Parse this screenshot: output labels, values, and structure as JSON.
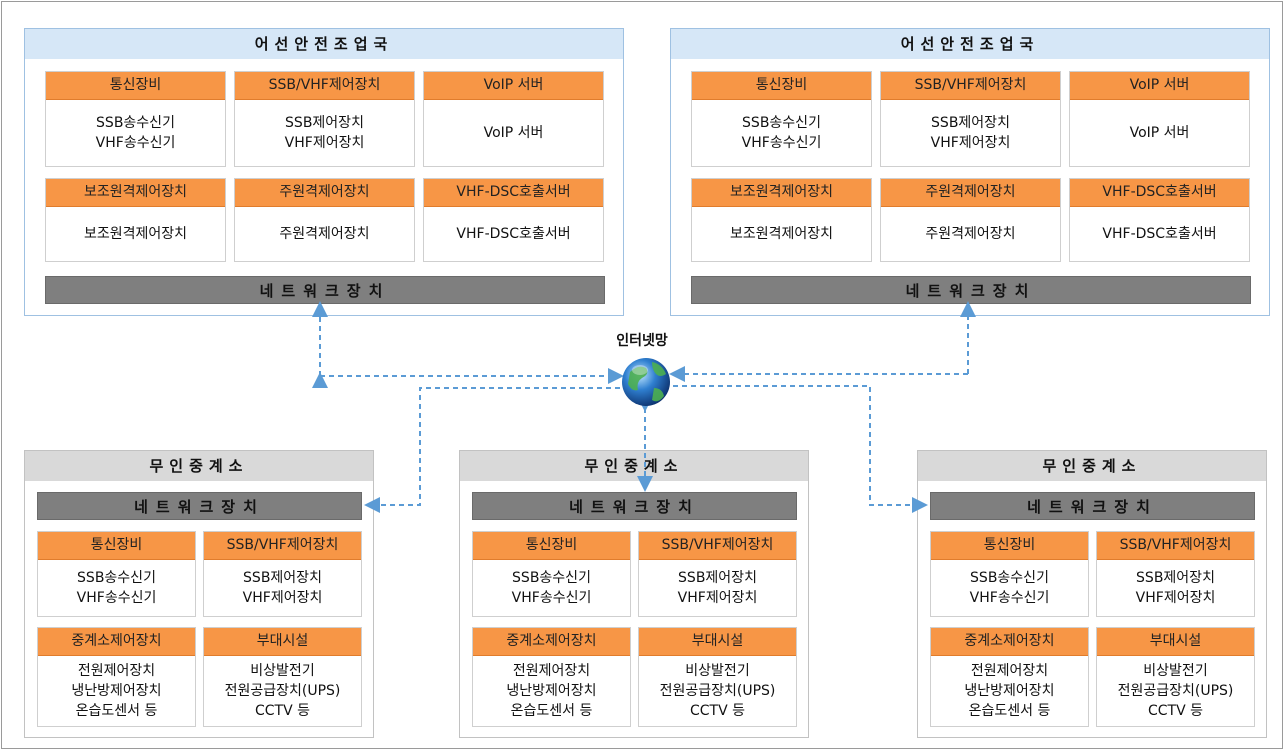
{
  "stations": [
    {
      "title": "어선안전조업국",
      "boxes": [
        {
          "header": "통신장비",
          "lines": [
            "SSB송수신기",
            "VHF송수신기"
          ]
        },
        {
          "header": "SSB/VHF제어장치",
          "lines": [
            "SSB제어장치",
            "VHF제어장치"
          ]
        },
        {
          "header": "VoIP 서버",
          "lines": [
            "VoIP 서버"
          ]
        },
        {
          "header": "보조원격제어장치",
          "lines": [
            "보조원격제어장치"
          ]
        },
        {
          "header": "주원격제어장치",
          "lines": [
            "주원격제어장치"
          ]
        },
        {
          "header": "VHF-DSC호출서버",
          "lines": [
            "VHF-DSC호출서버"
          ]
        }
      ],
      "network": "네트워크장치"
    },
    {
      "title": "어선안전조업국",
      "boxes": [
        {
          "header": "통신장비",
          "lines": [
            "SSB송수신기",
            "VHF송수신기"
          ]
        },
        {
          "header": "SSB/VHF제어장치",
          "lines": [
            "SSB제어장치",
            "VHF제어장치"
          ]
        },
        {
          "header": "VoIP 서버",
          "lines": [
            "VoIP 서버"
          ]
        },
        {
          "header": "보조원격제어장치",
          "lines": [
            "보조원격제어장치"
          ]
        },
        {
          "header": "주원격제어장치",
          "lines": [
            "주원격제어장치"
          ]
        },
        {
          "header": "VHF-DSC호출서버",
          "lines": [
            "VHF-DSC호출서버"
          ]
        }
      ],
      "network": "네트워크장치"
    }
  ],
  "internet": {
    "label": "인터넷망",
    "icon": "globe-icon"
  },
  "relays": [
    {
      "title": "무인중계소",
      "network": "네트워크장치",
      "boxes": [
        {
          "header": "통신장비",
          "lines": [
            "SSB송수신기",
            "VHF송수신기"
          ]
        },
        {
          "header": "SSB/VHF제어장치",
          "lines": [
            "SSB제어장치",
            "VHF제어장치"
          ]
        },
        {
          "header": "중계소제어장치",
          "lines": [
            "전원제어장치",
            "냉난방제어장치",
            "온습도센서 등"
          ]
        },
        {
          "header": "부대시설",
          "lines": [
            "비상발전기",
            "전원공급장치(UPS)",
            "CCTV 등"
          ]
        }
      ]
    },
    {
      "title": "무인중계소",
      "network": "네트워크장치",
      "boxes": [
        {
          "header": "통신장비",
          "lines": [
            "SSB송수신기",
            "VHF송수신기"
          ]
        },
        {
          "header": "SSB/VHF제어장치",
          "lines": [
            "SSB제어장치",
            "VHF제어장치"
          ]
        },
        {
          "header": "중계소제어장치",
          "lines": [
            "전원제어장치",
            "냉난방제어장치",
            "온습도센서 등"
          ]
        },
        {
          "header": "부대시설",
          "lines": [
            "비상발전기",
            "전원공급장치(UPS)",
            "CCTV 등"
          ]
        }
      ]
    },
    {
      "title": "무인중계소",
      "network": "네트워크장치",
      "boxes": [
        {
          "header": "통신장비",
          "lines": [
            "SSB송수신기",
            "VHF송수신기"
          ]
        },
        {
          "header": "SSB/VHF제어장치",
          "lines": [
            "SSB제어장치",
            "VHF제어장치"
          ]
        },
        {
          "header": "중계소제어장치",
          "lines": [
            "전원제어장치",
            "냉난방제어장치",
            "온습도센서 등"
          ]
        },
        {
          "header": "부대시설",
          "lines": [
            "비상발전기",
            "전원공급장치(UPS)",
            "CCTV 등"
          ]
        }
      ]
    }
  ],
  "colors": {
    "station_title_bg": "#d6e7f7",
    "relay_title_bg": "#d9d9d9",
    "box_header": "#f79646",
    "network_bar": "#7f7f7f",
    "link": "#5b9bd5"
  }
}
